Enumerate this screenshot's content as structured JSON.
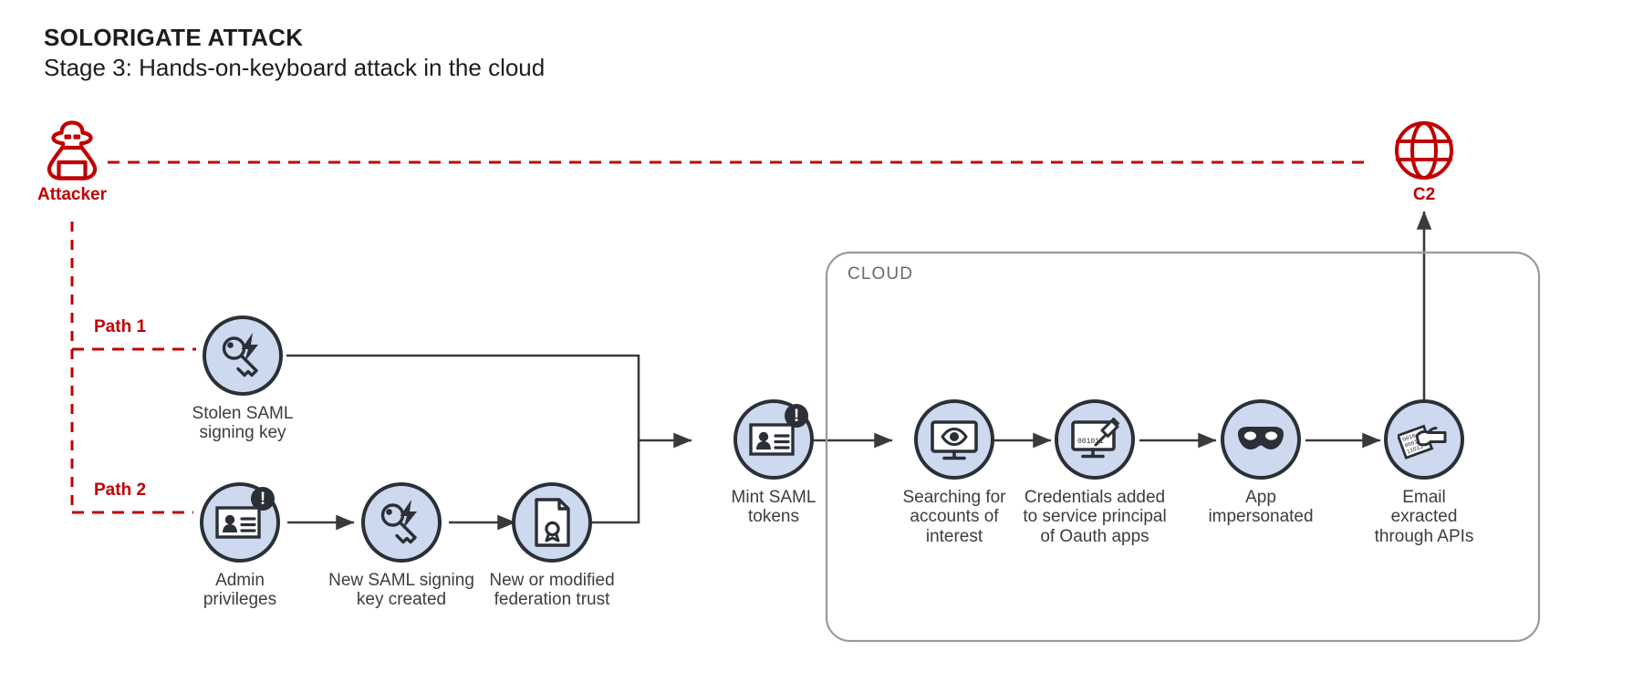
{
  "title": {
    "line1": "SOLORIGATE ATTACK",
    "line2": "Stage 3: Hands-on-keyboard attack in the cloud"
  },
  "colors": {
    "attack_red": "#c00000",
    "node_fill": "#ccd9ef",
    "node_stroke": "#2b2f36",
    "connector": "#3a3a3a",
    "cloud_border": "#9a9a9a",
    "cloud_label": "#6a6a6a",
    "caption": "#3c3c42"
  },
  "endpoints": [
    {
      "id": "attacker",
      "label": "Attacker",
      "icon": "hooded-attacker-icon"
    },
    {
      "id": "c2",
      "label": "C2",
      "icon": "globe-icon"
    }
  ],
  "paths": [
    {
      "id": "path1",
      "label": "Path 1"
    },
    {
      "id": "path2",
      "label": "Path 2"
    }
  ],
  "cloud": {
    "label": "CLOUD"
  },
  "nodes": [
    {
      "id": "stolen-saml-signing-key",
      "caption": "Stolen SAML\nsigning key",
      "icon": "key-lightning-icon",
      "badge": ""
    },
    {
      "id": "admin-privileges",
      "caption": "Admin\nprivileges",
      "icon": "id-card-icon",
      "badge": "!"
    },
    {
      "id": "new-saml-signing-key-created",
      "caption": "New SAML signing\nkey created",
      "icon": "key-lightning-icon",
      "badge": ""
    },
    {
      "id": "new-or-modified-federation-trust",
      "caption": "New or modified\nfederation trust",
      "icon": "certificate-document-icon",
      "badge": ""
    },
    {
      "id": "mint-saml-tokens",
      "caption": "Mint SAML\ntokens",
      "icon": "id-card-icon",
      "badge": "!"
    },
    {
      "id": "searching-for-accounts-of-interest",
      "caption": "Searching for\naccounts of\ninterest",
      "icon": "monitor-eye-icon",
      "badge": ""
    },
    {
      "id": "credentials-added-to-service-principal",
      "caption": "Credentials added\nto service principal\nof Oauth apps",
      "icon": "monitor-syringe-icon",
      "badge": "",
      "screen_text": "001011"
    },
    {
      "id": "app-impersonated",
      "caption": "App\nimpersonated",
      "icon": "mask-icon",
      "badge": ""
    },
    {
      "id": "email-exracted-through-apis",
      "caption": "Email\nexracted\nthrough APIs",
      "icon": "hand-taking-data-icon",
      "badge": ""
    }
  ]
}
